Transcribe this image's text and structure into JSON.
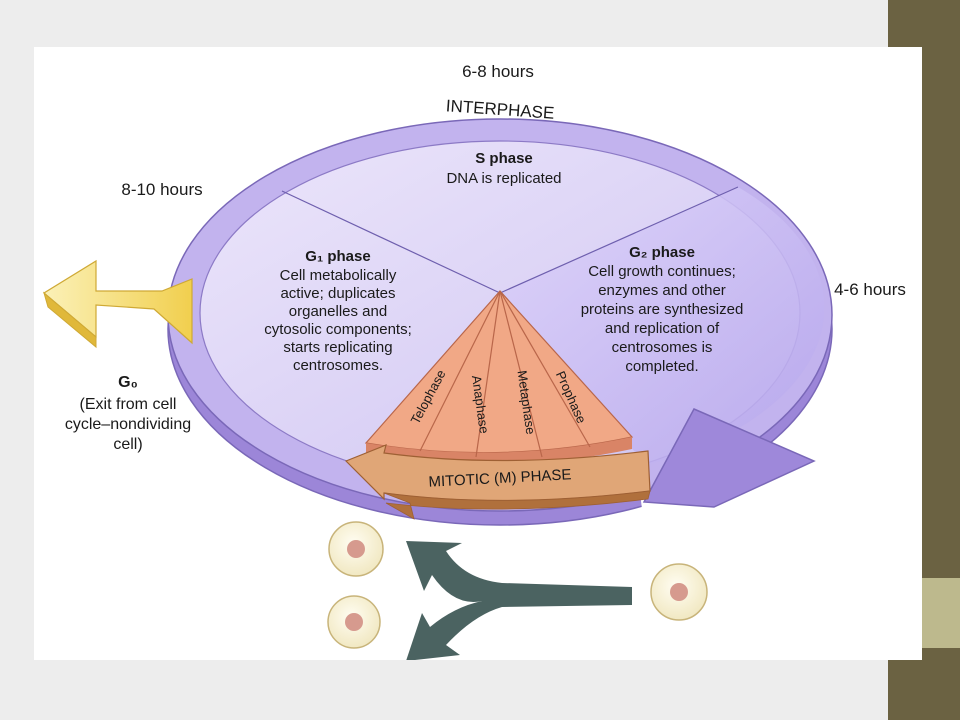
{
  "colors": {
    "accent": "#6b6242",
    "accent_light": "#bdb98d",
    "interphase_ring": "#b7a6e6",
    "mitotic_fan": "#f0a583",
    "mitotic_arrow": "#c98a55",
    "g0_arrow": "#f7e07a",
    "daughter_arrow": "#4b6361"
  },
  "labels": {
    "hours_top": "6-8 hours",
    "hours_left": "8-10 hours",
    "hours_right": "4-6 hours",
    "interphase": "INTERPHASE",
    "mitotic_phase": "MITOTIC (M) PHASE"
  },
  "s_phase": {
    "title": "S phase",
    "desc": "DNA is replicated"
  },
  "g1_phase": {
    "title": "G₁ phase",
    "lines": [
      "Cell metabolically",
      "active; duplicates",
      "organelles and",
      "cytosolic components;",
      "starts replicating",
      "centrosomes."
    ]
  },
  "g2_phase": {
    "title": "G₂ phase",
    "lines": [
      "Cell growth continues;",
      "enzymes and other",
      "proteins are synthesized",
      "and replication of",
      "centrosomes is",
      "completed."
    ]
  },
  "g0": {
    "title": "G₀",
    "lines": [
      "(Exit from cell",
      "cycle–nondividing",
      "cell)"
    ]
  },
  "mitosis_stages": [
    "Telophase",
    "Anaphase",
    "Metaphase",
    "Prophase"
  ]
}
